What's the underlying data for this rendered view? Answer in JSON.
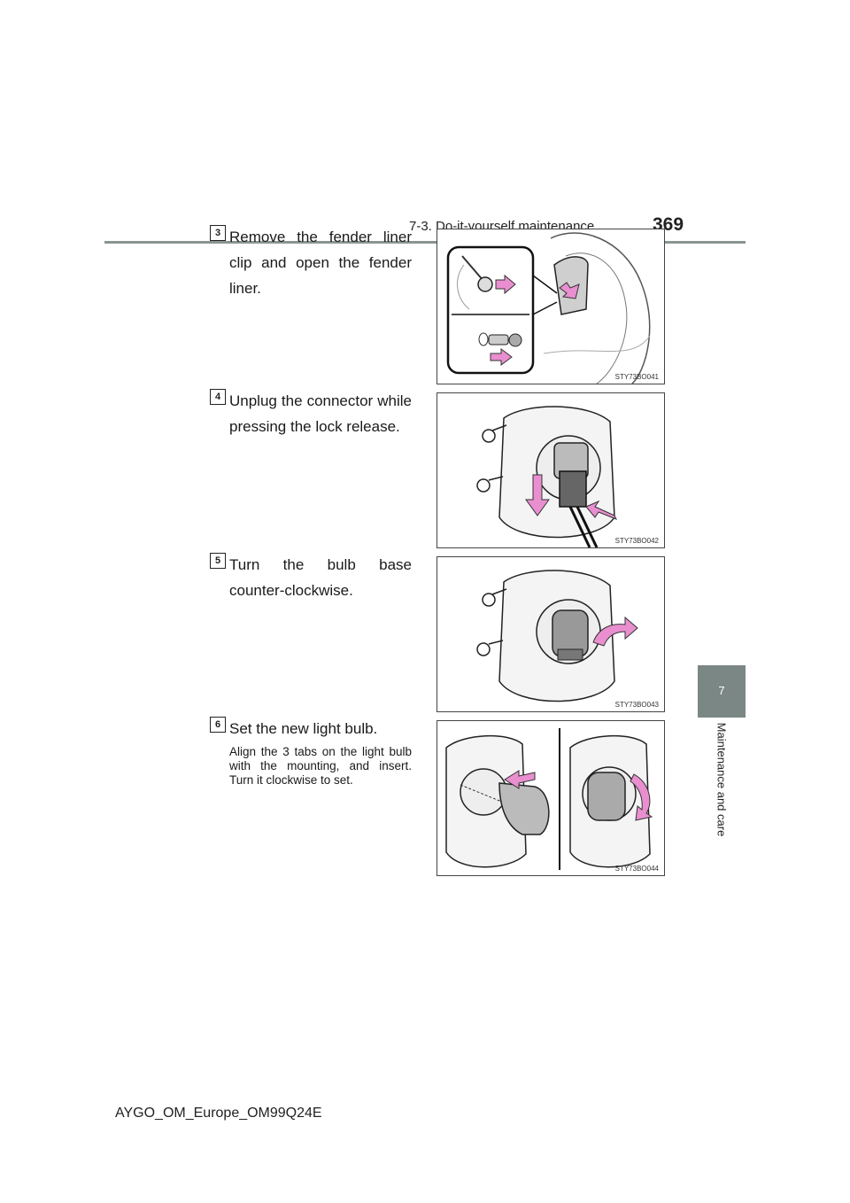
{
  "header": {
    "section": "7-3. Do-it-yourself maintenance",
    "page_number": "369"
  },
  "side_tab": {
    "chapter": "7",
    "label": "Maintenance and care"
  },
  "steps": [
    {
      "number": "3",
      "text": "Remove the fender liner clip and open the fender liner.",
      "figure_code": "STY73BO041"
    },
    {
      "number": "4",
      "text": "Unplug the connector while pressing the lock release.",
      "figure_code": "STY73BO042"
    },
    {
      "number": "5",
      "text": "Turn the bulb base counter-clockwise.",
      "figure_code": "STY73BO043"
    },
    {
      "number": "6",
      "text": "Set the new light bulb.",
      "note": "Align the 3 tabs on the light bulb with the mounting, and insert. Turn it clockwise to set.",
      "figure_code": "STY73BO044"
    }
  ],
  "footer": {
    "manual_code": "AYGO_OM_Europe_OM99Q24E"
  },
  "colors": {
    "accent_arrow": "#e98fd0",
    "tab_gray": "#7b8784",
    "rule_gray": "#8a9590"
  }
}
